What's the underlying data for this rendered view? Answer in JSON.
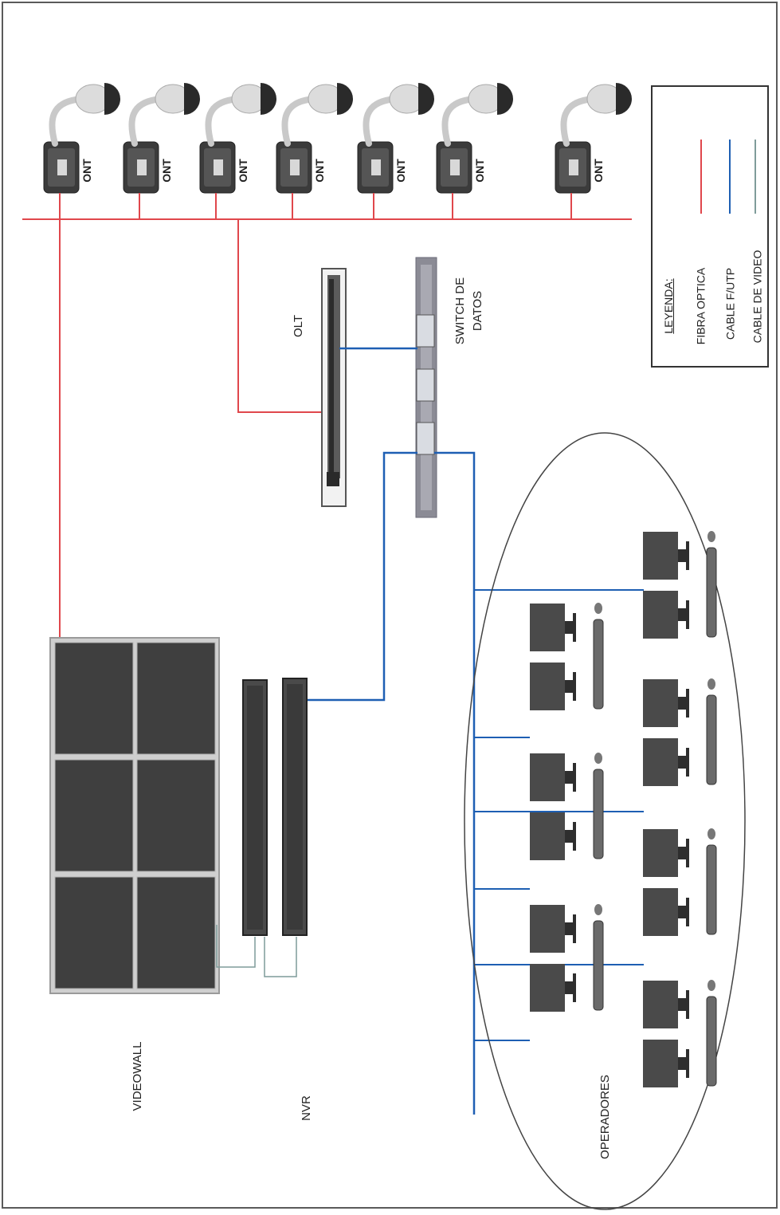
{
  "title": "",
  "colors": {
    "fibra_optica": "#e0474c",
    "cable_futp": "#1e5fb3",
    "cable_video": "#7f9c9a",
    "device": "#3d3d3d",
    "frame": "#5a5a5a"
  },
  "cameras": {
    "ont_label": "ONT",
    "count": 7
  },
  "devices": {
    "olt_label": "OLT",
    "switch_label_line1": "SWITCH DE",
    "switch_label_line2": "DATOS",
    "videowall_label": "VIDEOWALL",
    "nvr_label": "NVR",
    "operators_label": "OPERADORES"
  },
  "legend": {
    "heading": "LEYENDA:",
    "items": [
      {
        "label": "FIBRA OPTICA",
        "color_key": "fibra_optica"
      },
      {
        "label": "CABLE F/UTP",
        "color_key": "cable_futp"
      },
      {
        "label": "CABLE DE VIDEO",
        "color_key": "cable_video"
      }
    ]
  }
}
